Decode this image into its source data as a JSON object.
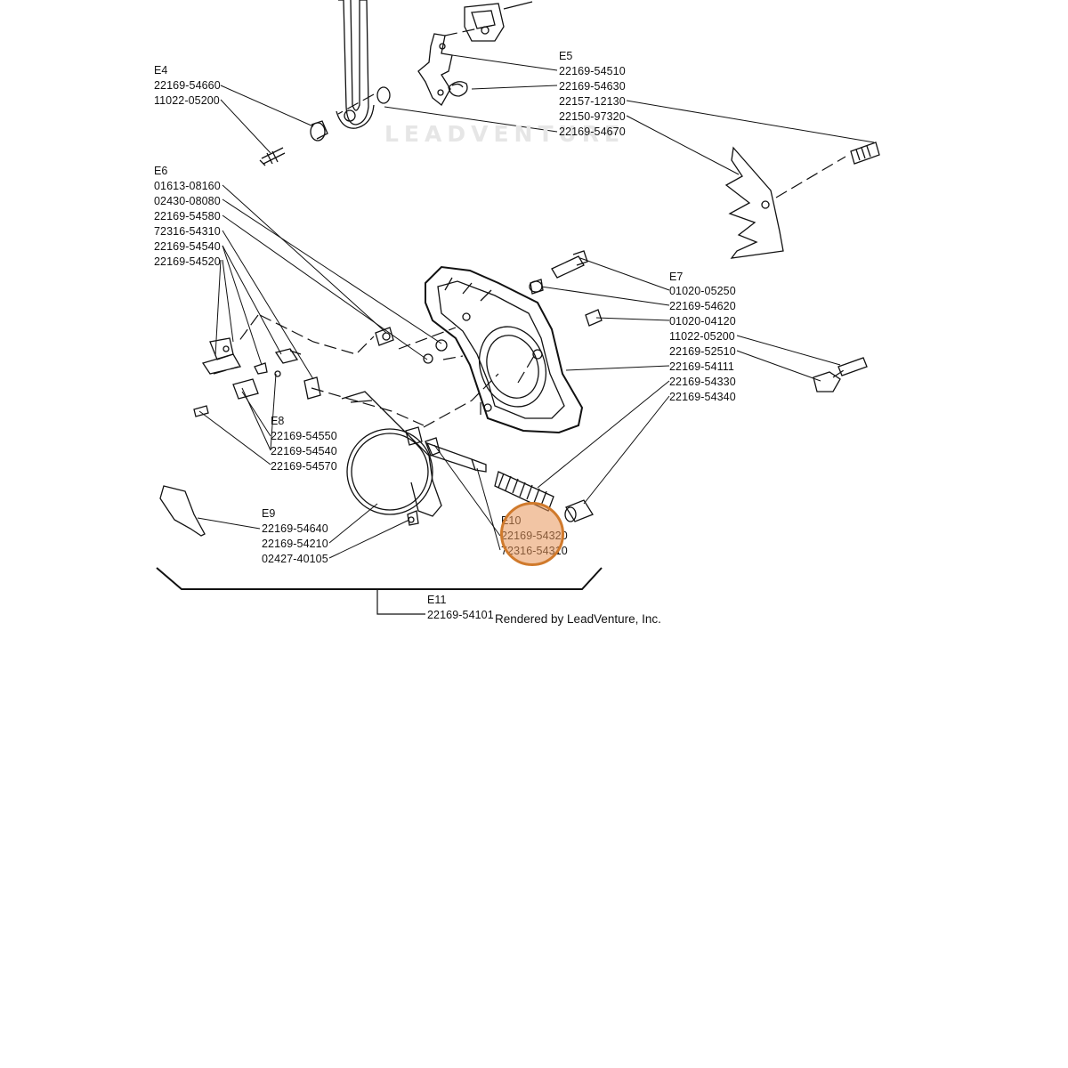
{
  "watermark": "LEADVENTURE",
  "credit": "Rendered by LeadVenture, Inc.",
  "groups": {
    "E4": {
      "label": "E4",
      "parts": [
        "22169-54660",
        "11022-05200"
      ]
    },
    "E5": {
      "label": "E5",
      "parts": [
        "22169-54510",
        "22169-54630",
        "22157-12130",
        "22150-97320",
        "22169-54670"
      ]
    },
    "E6": {
      "label": "E6",
      "parts": [
        "01613-08160",
        "02430-08080",
        "22169-54580",
        "72316-54310",
        "22169-54540",
        "22169-54520"
      ]
    },
    "E7": {
      "label": "E7",
      "parts": [
        "01020-05250",
        "22169-54620",
        "01020-04120",
        "11022-05200",
        "22169-52510",
        "22169-54111",
        "22169-54330",
        "22169-54340"
      ]
    },
    "E8": {
      "label": "E8",
      "parts": [
        "22169-54550",
        "22169-54540",
        "22169-54570"
      ]
    },
    "E9": {
      "label": "E9",
      "parts": [
        "22169-54640",
        "22169-54210",
        "02427-40105"
      ]
    },
    "E10": {
      "label": "E10",
      "parts": [
        "22169-54320",
        "72316-54310"
      ]
    },
    "E11": {
      "label": "E11",
      "parts": [
        "22169-54101"
      ]
    }
  },
  "highlight": {
    "group": "E10",
    "color": "#d07a2c"
  }
}
